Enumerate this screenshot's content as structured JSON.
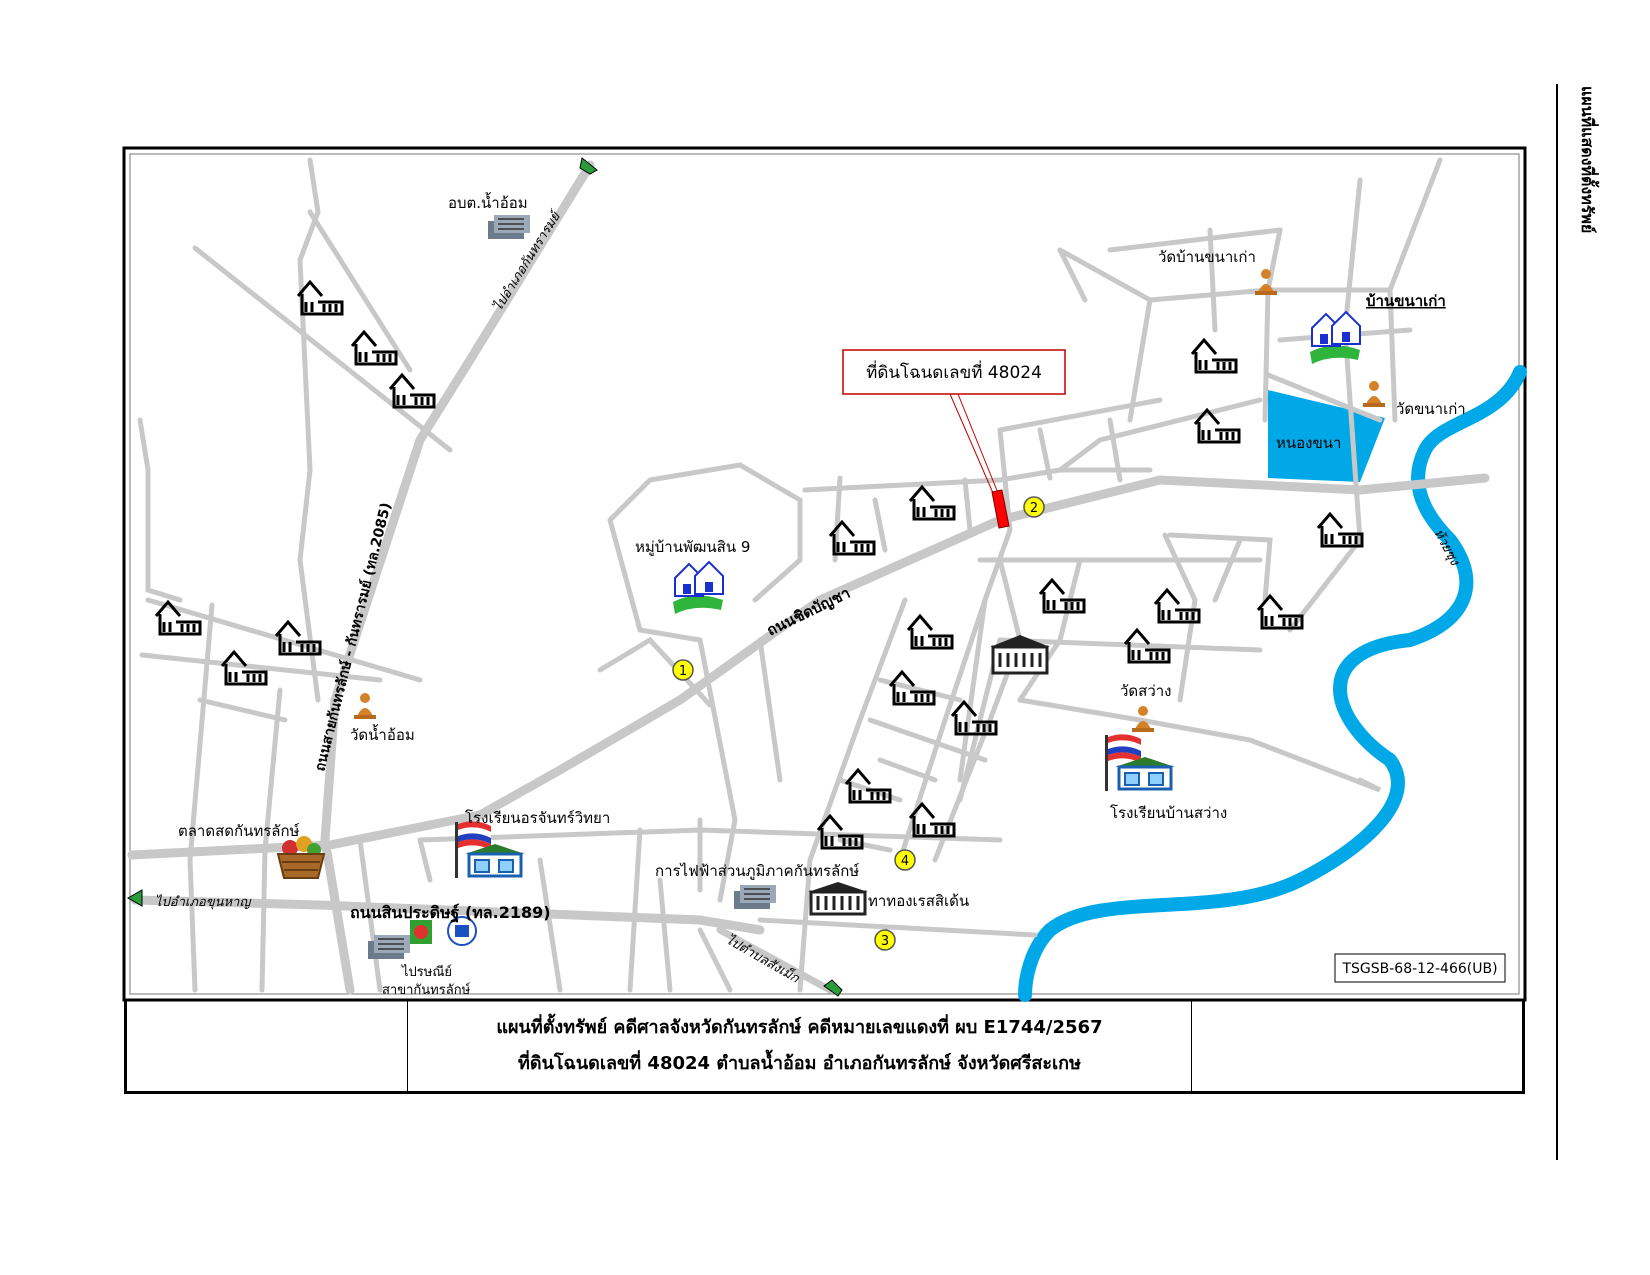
{
  "side_note": "แผนที่แสดงที่ตั้งทรัพย์",
  "parcel_label": "ที่ดินโฉนดเลขที่ 48024",
  "reference_code": "TSGSB-68-12-466(UB)",
  "footer": {
    "line1": "แผนที่ตั้งทรัพย์ คดีศาลจังหวัดกันทรลักษ์ คดีหมายเลขแดงที่ ผบ E1744/2567",
    "line2": "ที่ดินโฉนดเลขที่ 48024 ตำบลน้ำอ้อม อำเภอกันทรลักษ์ จังหวัดศรีสะเกษ"
  },
  "roads": {
    "main_road": "ถนนชิดบัญชา",
    "road_2189": "ถนนสินประดิษฐ์ (ทล.2189)",
    "road_2085": "ถนนสายกันทรลักษ์ - กันทรารมย์ (ทล.2085)",
    "to_kantharalak_north": "ไปอำเภอกันทรารมย์",
    "to_khunhan": "ไปอำเภอขุนหาญ",
    "to_songmek": "ไปตำบลสังเม็ก",
    "creek": "ห้วยซุง"
  },
  "places": {
    "obt": "อบต.น้ำอ้อม",
    "wat_ban_khana_kao": "วัดบ้านขนาเก่า",
    "ban_khana_kao": "บ้านขนาเก่า",
    "wat_khana_kao": "วัดขนาเก่า",
    "nong_khana": "หนองขนา",
    "moo_ban": "หมู่บ้านพัฒนสิน 9",
    "wat_nam_om": "วัดน้ำอ้อม",
    "wat_sawang": "วัดสว่าง",
    "school_ban_sawang": "โรงเรียนบ้านสว่าง",
    "school_oran": "โรงเรียนอรจันทร์วิทยา",
    "market": "ตลาดสดกันทรลักษ์",
    "pea": "การไฟฟ้าส่วนภูมิภาคกันทรลักษ์",
    "gold_shop": "ทาทองเรสสิเด้น",
    "post_line1": "ไปรษณีย์",
    "post_line2": "สาขากันทรลักษ์"
  },
  "markers": [
    "1",
    "2",
    "3",
    "4"
  ],
  "colors": {
    "road": "#c8c8c8",
    "water": "#00a8e8",
    "parcel": "#ff0000",
    "marker": "#ffff00",
    "parcel_box": "#c00000"
  }
}
